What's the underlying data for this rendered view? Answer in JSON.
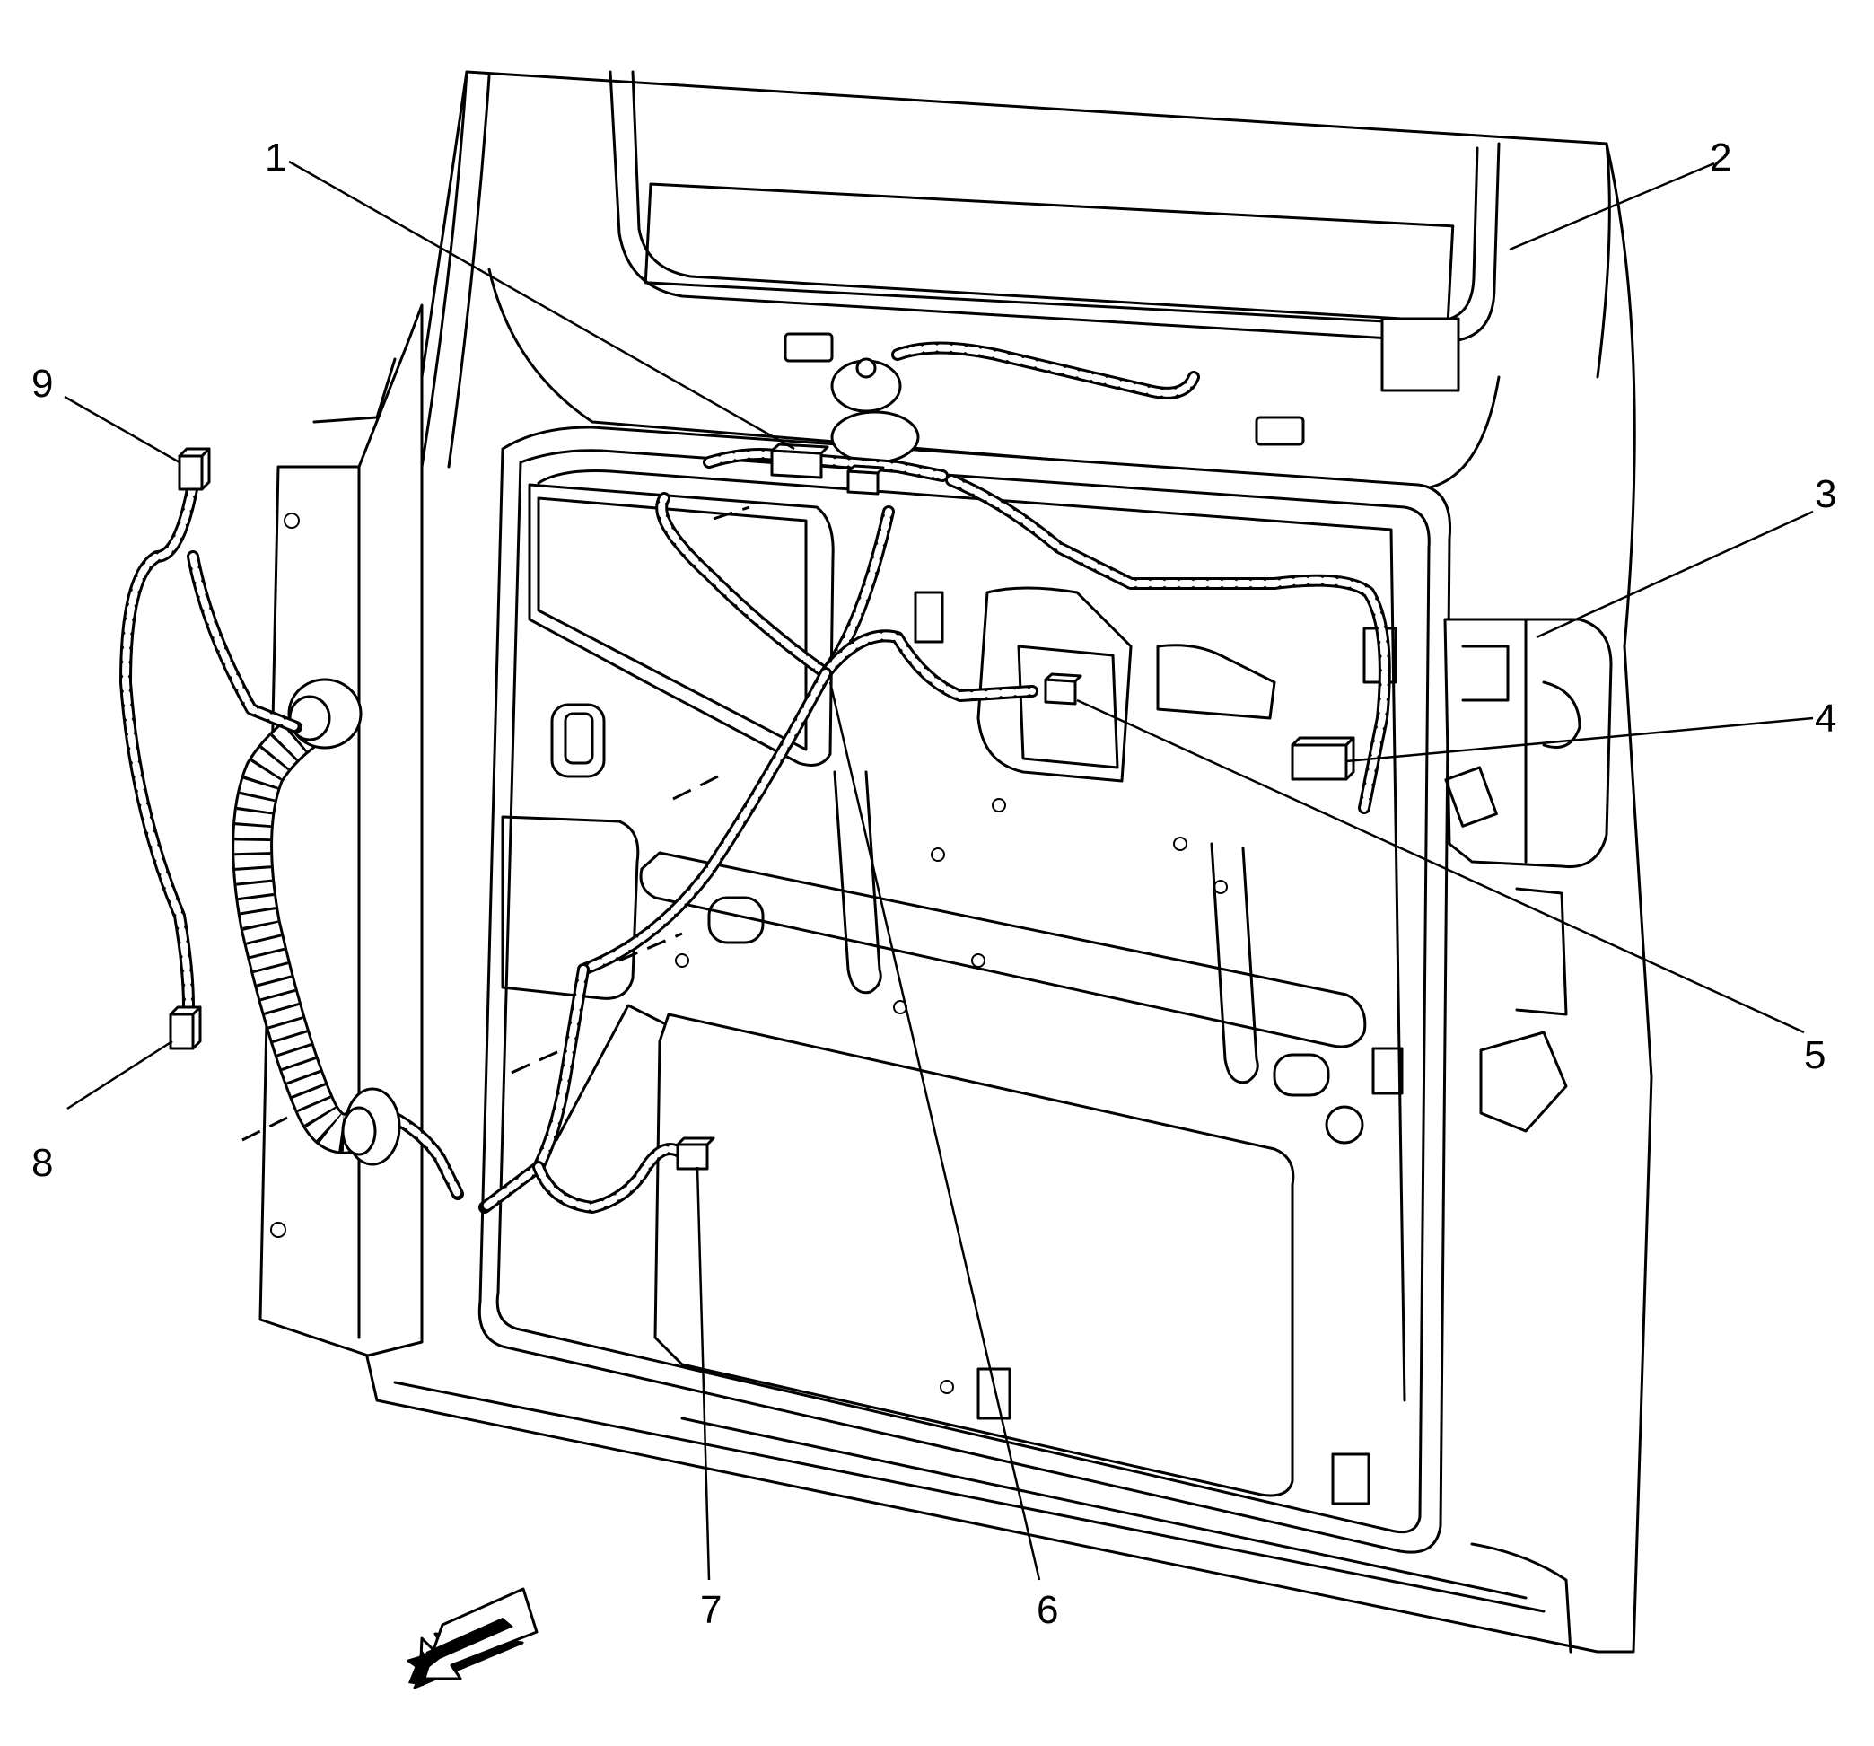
{
  "callouts": [
    {
      "id": "1",
      "label": "1"
    },
    {
      "id": "2",
      "label": "2"
    },
    {
      "id": "3",
      "label": "3"
    },
    {
      "id": "4",
      "label": "4"
    },
    {
      "id": "5",
      "label": "5"
    },
    {
      "id": "6",
      "label": "6"
    },
    {
      "id": "7",
      "label": "7"
    },
    {
      "id": "8",
      "label": "8"
    },
    {
      "id": "9",
      "label": "9"
    }
  ],
  "icons": {
    "direction": "front-arrow-icon"
  }
}
